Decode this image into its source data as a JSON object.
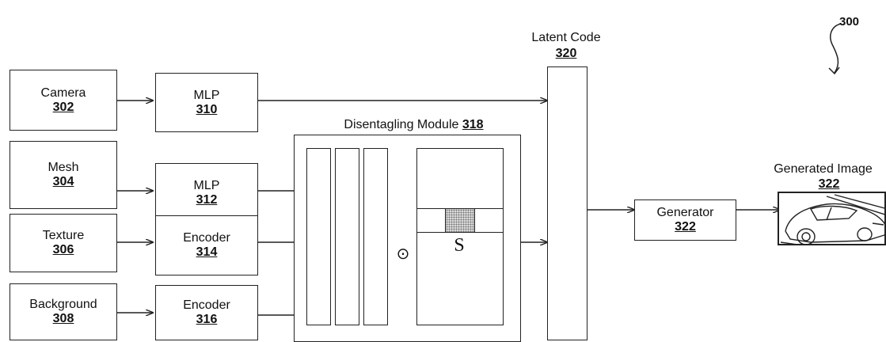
{
  "figure_ref": "300",
  "inputs": [
    {
      "name": "Camera",
      "ref": "302"
    },
    {
      "name": "Mesh",
      "ref": "304"
    },
    {
      "name": "Texture",
      "ref": "306"
    },
    {
      "name": "Background",
      "ref": "308"
    }
  ],
  "encoders": [
    {
      "name": "MLP",
      "ref": "310"
    },
    {
      "name": "MLP",
      "ref": "312"
    },
    {
      "name": "Encoder",
      "ref": "314"
    },
    {
      "name": "Encoder",
      "ref": "316"
    }
  ],
  "disentangling": {
    "title": "Disentagling Module",
    "ref": "318",
    "operator": "⊙",
    "matrix_label": "S"
  },
  "latent": {
    "title": "Latent Code",
    "ref": "320"
  },
  "generator": {
    "name": "Generator",
    "ref": "322"
  },
  "output": {
    "title": "Generated Image",
    "ref": "322"
  }
}
